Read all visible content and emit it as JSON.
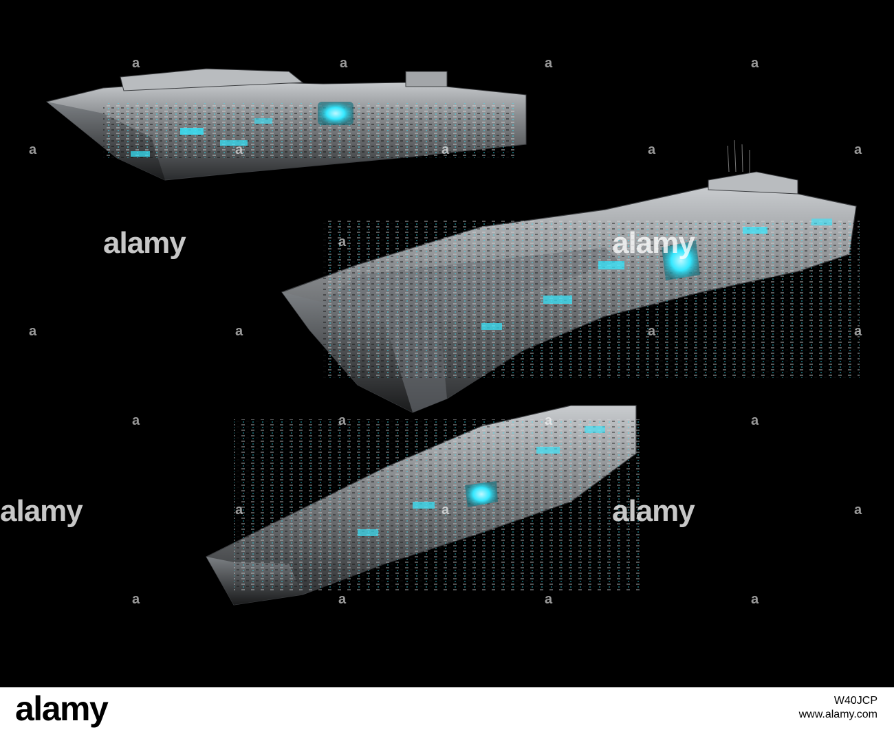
{
  "scene": {
    "background": "#000000",
    "glow_color": "#35e8ff",
    "hull_color": "#8a8d90",
    "subject": [
      "spaceship-large",
      "spaceship-upper-left",
      "spaceship-lower"
    ]
  },
  "watermark": {
    "brand": "alamy",
    "mark": "a"
  },
  "footer": {
    "brand": "alamy",
    "image_id": "W40JCP",
    "site": "www.alamy.com"
  }
}
